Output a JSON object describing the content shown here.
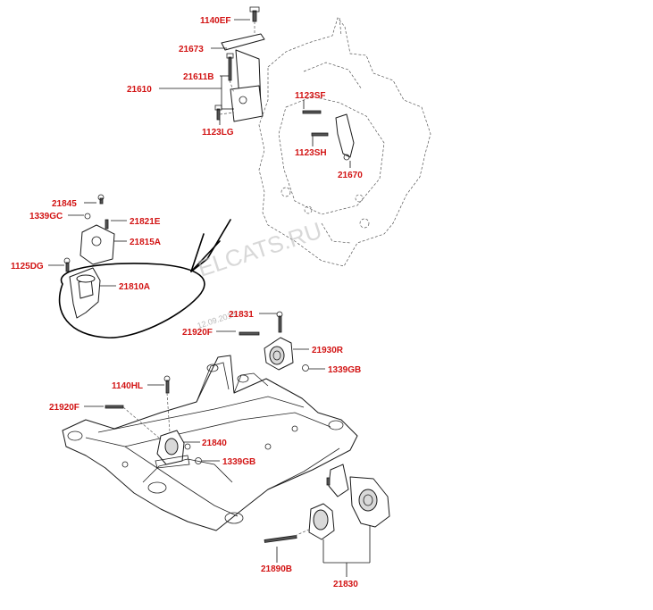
{
  "watermark": {
    "text": "ELCATS.RU",
    "date": "12.09.2015"
  },
  "labels": {
    "p1140EF": "1140EF",
    "p21673": "21673",
    "p21611B": "21611B",
    "p21610": "21610",
    "p1123LG": "1123LG",
    "p1123SF": "1123SF",
    "p1123SH": "1123SH",
    "p21670": "21670",
    "p21845": "21845",
    "p1339GC": "1339GC",
    "p21821E": "21821E",
    "p21815A": "21815A",
    "p1125DG": "1125DG",
    "p21810A": "21810A",
    "p21831": "21831",
    "p21920F_a": "21920F",
    "p21930R": "21930R",
    "p1339GB_a": "1339GB",
    "p1140HL": "1140HL",
    "p21920F_b": "21920F",
    "p21840": "21840",
    "p1339GB_b": "1339GB",
    "p21890B": "21890B",
    "p21830": "21830"
  }
}
